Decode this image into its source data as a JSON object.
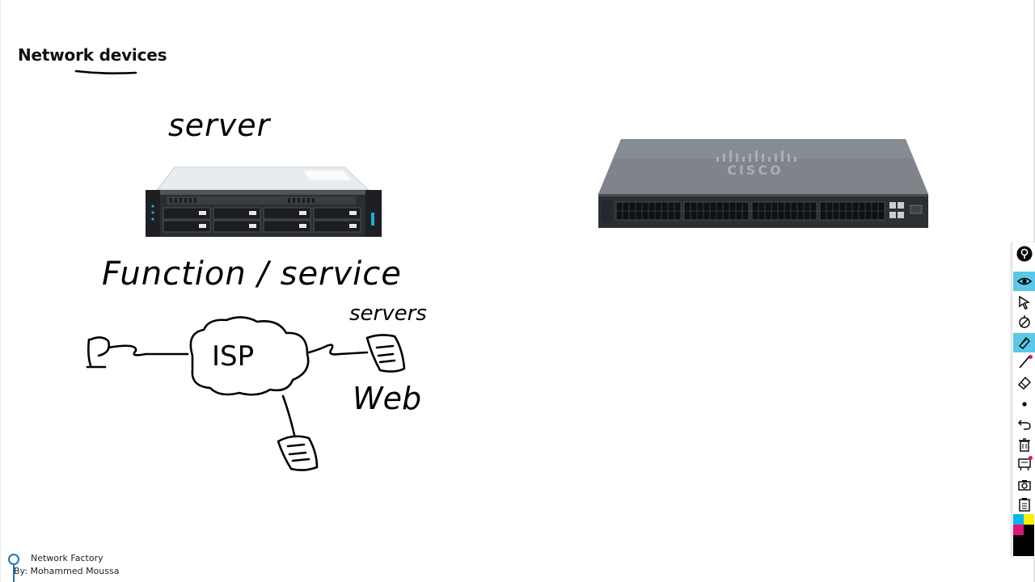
{
  "page": {
    "title": "Network devices"
  },
  "annotations": {
    "server_label": "server",
    "function_label": "Function / service",
    "servers_label": "servers",
    "isp_label": "ISP",
    "web_label": "Web"
  },
  "images": {
    "server": "rack-server-photo",
    "switch": "cisco-switch-photo",
    "switch_brand": "CISCO"
  },
  "footer": {
    "line1": "Network Factory",
    "line2": "By: Mohammed Moussa"
  },
  "toolbar": {
    "tools": [
      {
        "name": "pin-icon"
      },
      {
        "name": "eye-icon",
        "active": true
      },
      {
        "name": "cursor-icon"
      },
      {
        "name": "no-pointer-icon"
      },
      {
        "name": "highlighter-icon",
        "active": true
      },
      {
        "name": "line-pen-icon"
      },
      {
        "name": "eraser-icon"
      },
      {
        "name": "dot-icon"
      },
      {
        "name": "undo-icon"
      },
      {
        "name": "trash-icon"
      },
      {
        "name": "whiteboard-icon"
      },
      {
        "name": "camera-icon"
      },
      {
        "name": "clipboard-icon"
      }
    ],
    "palette": [
      "#00b7f1",
      "#f7f000",
      "#e0147c",
      "#000000"
    ],
    "accent": "#5bc8e8"
  }
}
